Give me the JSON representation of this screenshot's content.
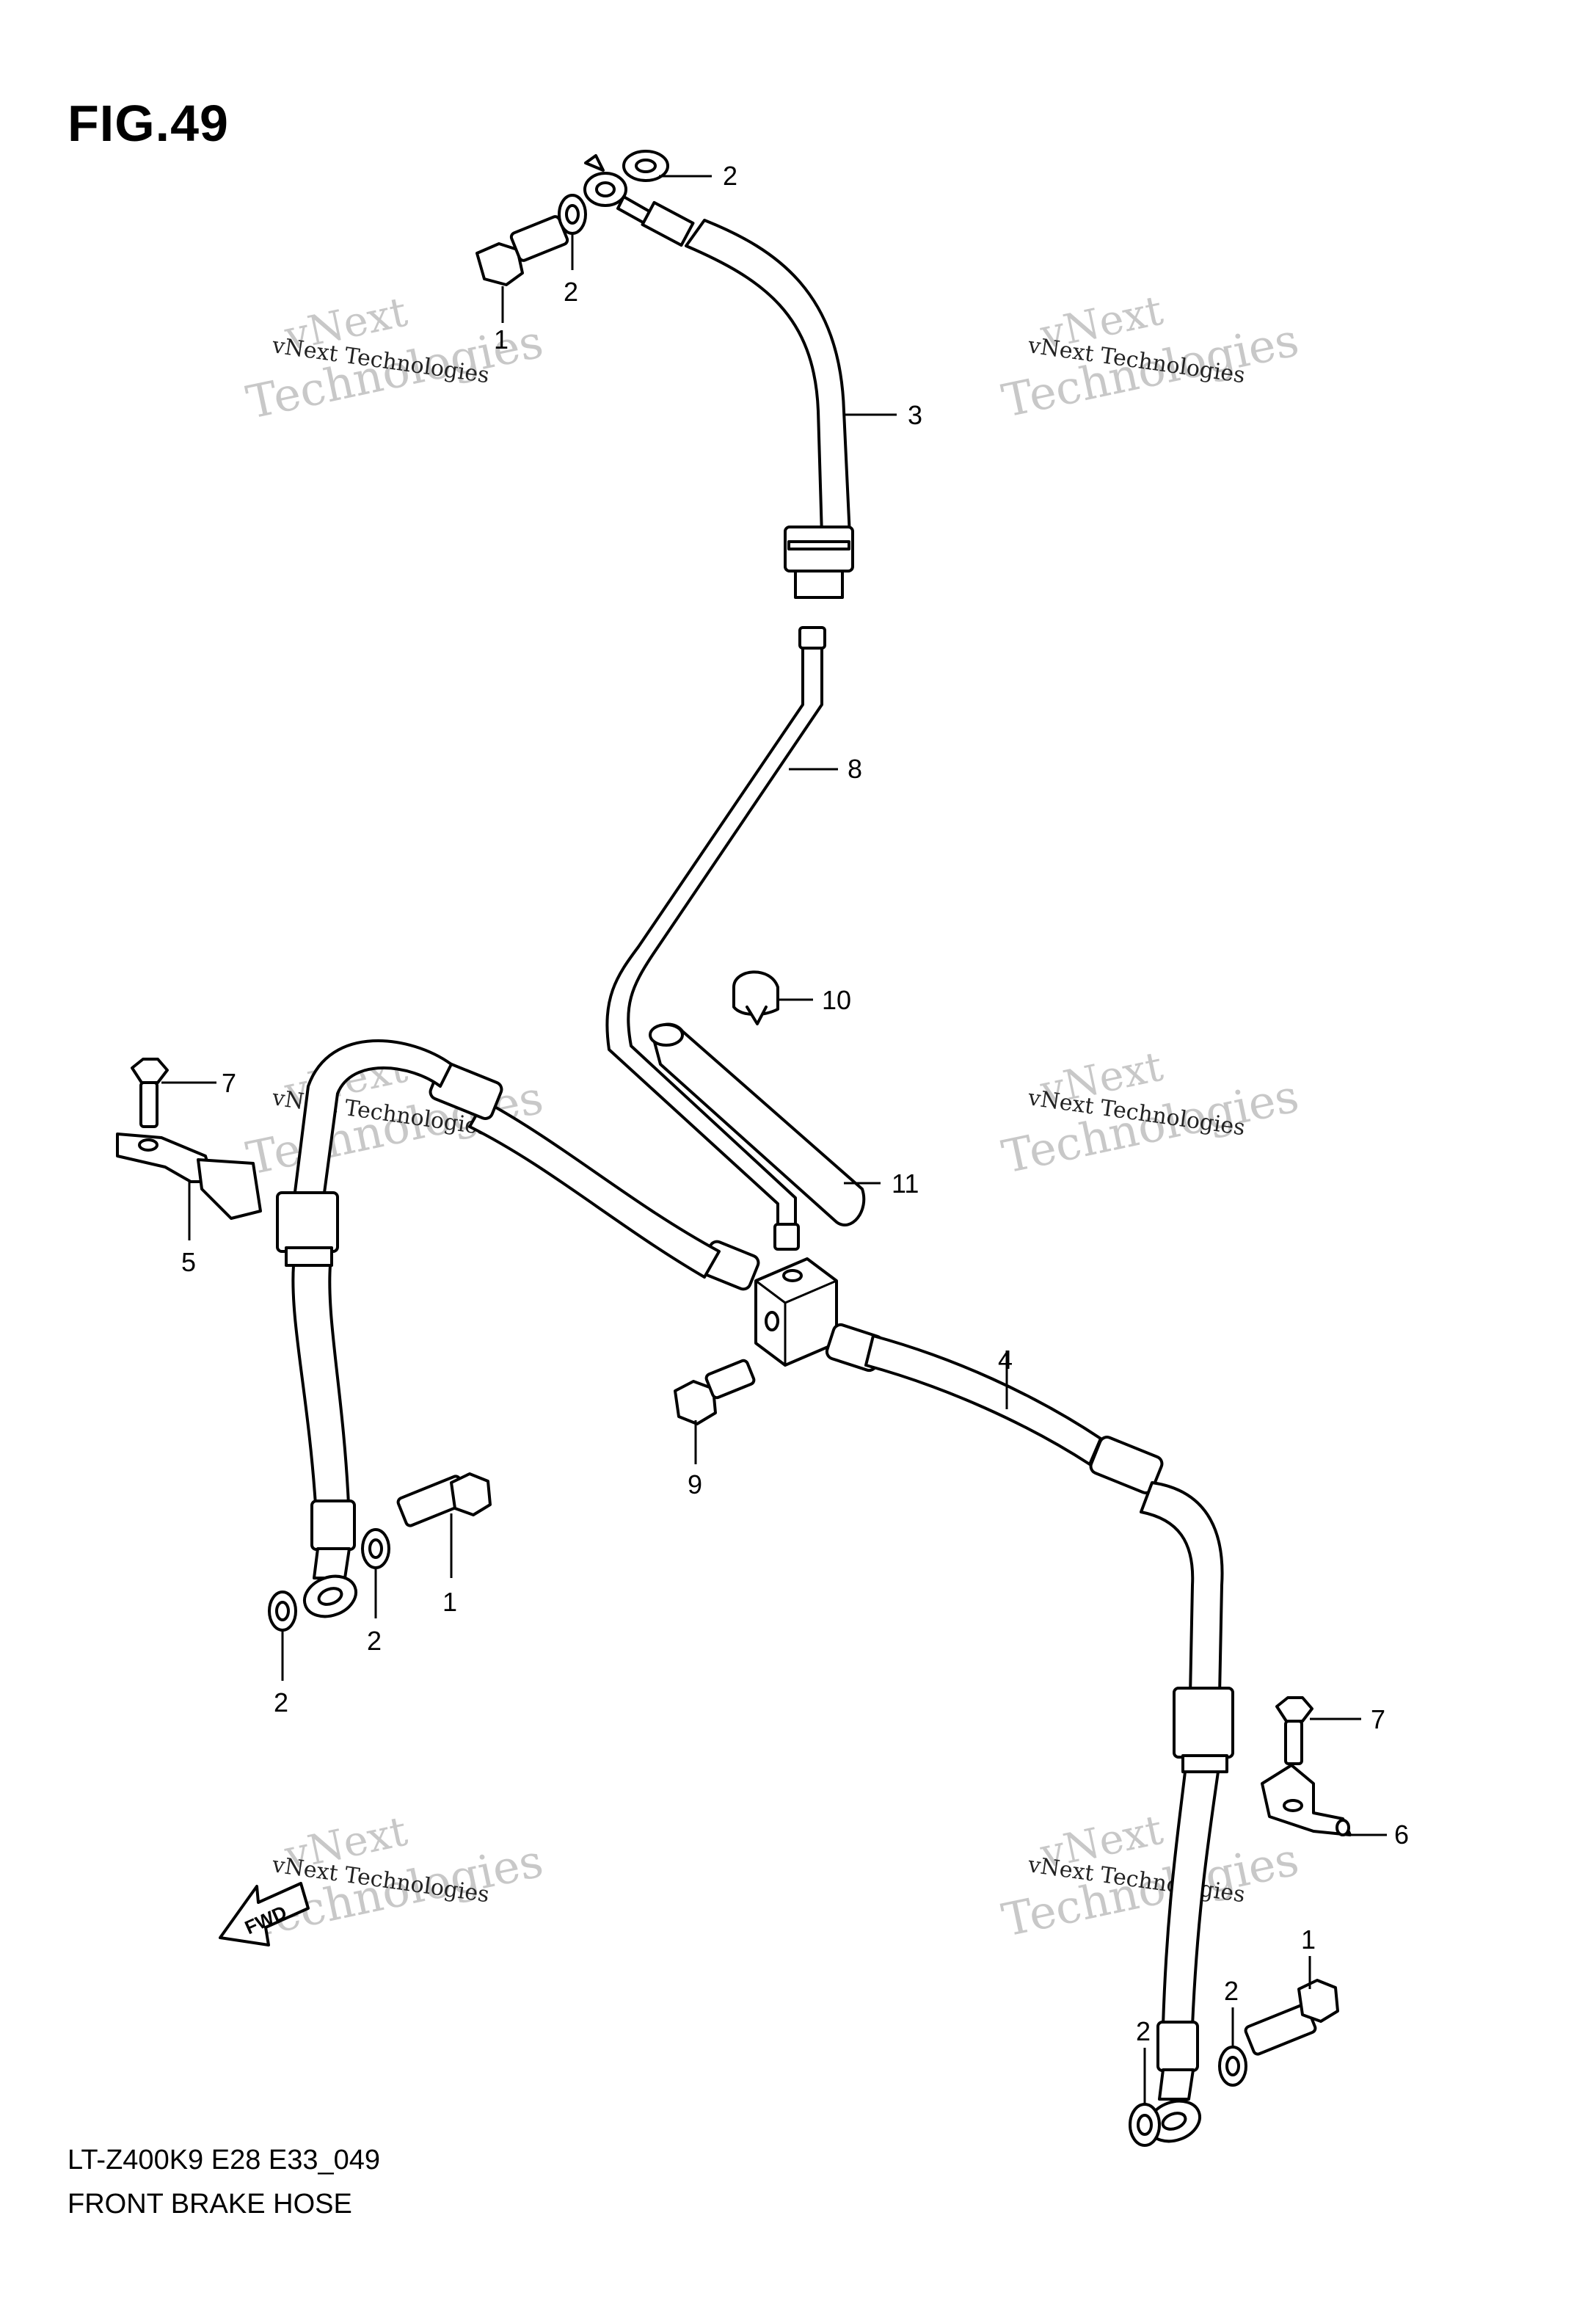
{
  "figure": {
    "title": "FIG.49",
    "model_code": "LT-Z400K9 E28 E33_049",
    "section_name": "FRONT BRAKE HOSE"
  },
  "watermark": {
    "line1": "vNext",
    "line2": "Technologies",
    "small": "vNext Technologies"
  },
  "direction_arrow": {
    "label": "FWD"
  },
  "callouts": {
    "c1a": "1",
    "c1b": "1",
    "c1c": "1",
    "c2a": "2",
    "c2b": "2",
    "c2c": "2",
    "c2d": "2",
    "c2e": "2",
    "c2f": "2",
    "c3": "3",
    "c4": "4",
    "c5": "5",
    "c6": "6",
    "c7a": "7",
    "c7b": "7",
    "c8": "8",
    "c9": "9",
    "c10": "10",
    "c11": "11"
  },
  "colors": {
    "line": "#000000",
    "watermark": "#c8c8c8",
    "background": "#ffffff"
  }
}
